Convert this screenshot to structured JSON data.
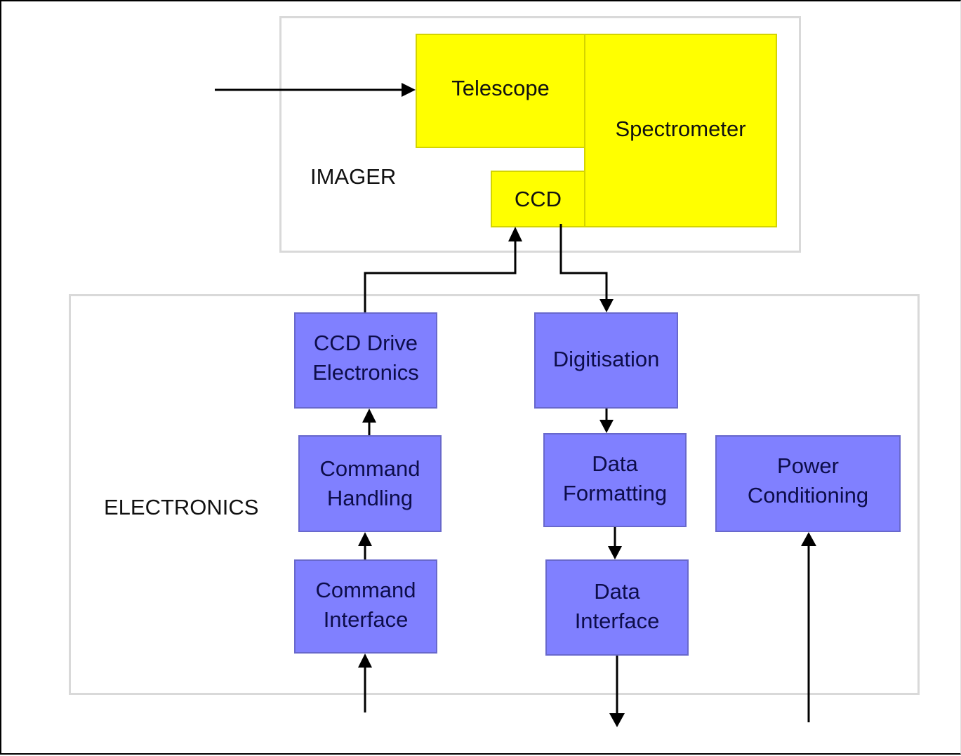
{
  "diagram": {
    "colors": {
      "imager_block_fill": "#ffff00",
      "electronics_block_fill": "#8080ff",
      "frame_border": "#d9d9d9",
      "connector": "#000000"
    },
    "groups": {
      "imager": {
        "label": "IMAGER"
      },
      "electronics": {
        "label": "ELECTRONICS"
      }
    },
    "blocks": {
      "telescope": "Telescope",
      "spectrometer": "Spectrometer",
      "ccd": "CCD",
      "ccd_drive_electronics": "CCD Drive\nElectronics",
      "command_handling": "Command\nHandling",
      "command_interface": "Command\nInterface",
      "digitisation": "Digitisation",
      "data_formatting": "Data\nFormatting",
      "data_interface": "Data\nInterface",
      "power_conditioning": "Power\nConditioning"
    },
    "connections": [
      {
        "from": "external-input",
        "to": "telescope"
      },
      {
        "from": "ccd_drive_electronics",
        "to": "ccd"
      },
      {
        "from": "ccd",
        "to": "digitisation"
      },
      {
        "from": "command_handling",
        "to": "ccd_drive_electronics"
      },
      {
        "from": "command_interface",
        "to": "command_handling"
      },
      {
        "from": "external-command-input",
        "to": "command_interface"
      },
      {
        "from": "digitisation",
        "to": "data_formatting"
      },
      {
        "from": "data_formatting",
        "to": "data_interface"
      },
      {
        "from": "data_interface",
        "to": "external-data-output"
      },
      {
        "from": "external-power-input",
        "to": "power_conditioning"
      }
    ]
  }
}
